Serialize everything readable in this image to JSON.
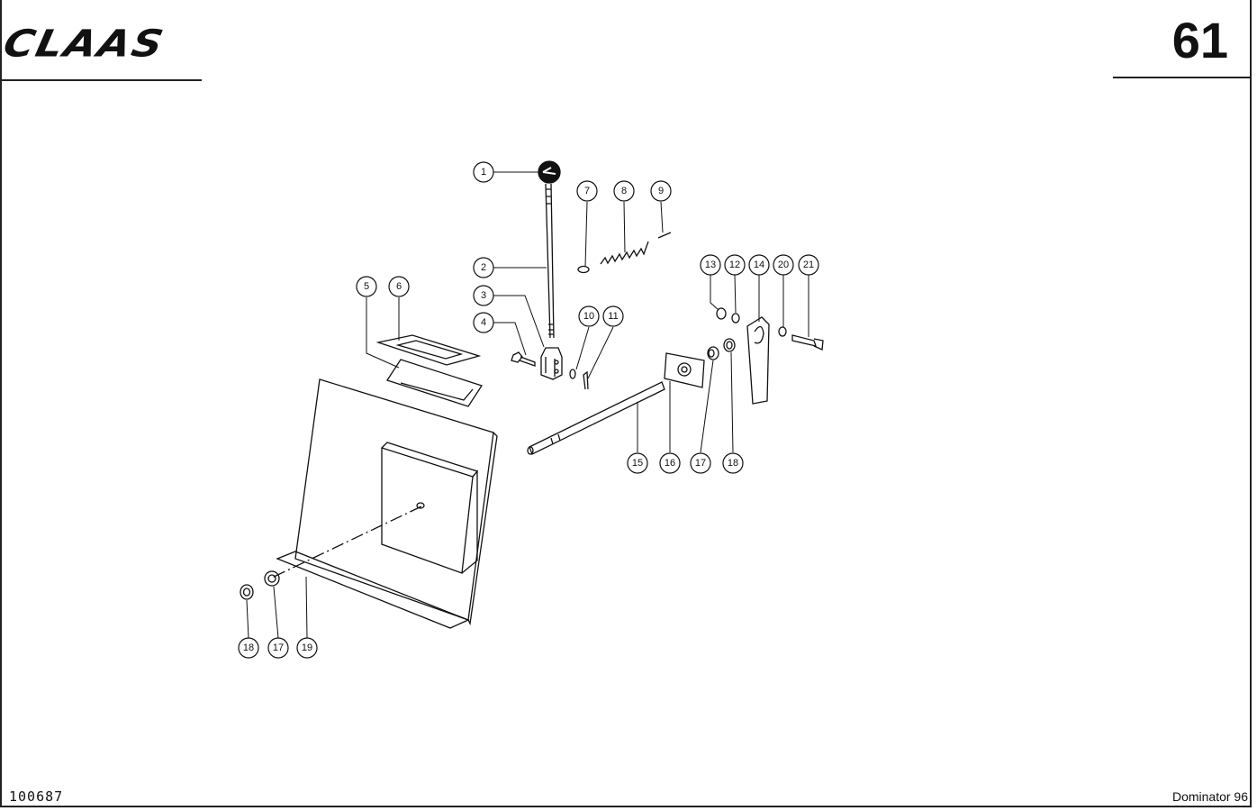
{
  "header": {
    "brand": "CLAAS",
    "page_number": "61"
  },
  "footer": {
    "doc_number": "100687",
    "model": "Dominator 96"
  },
  "callouts": [
    "1",
    "2",
    "3",
    "4",
    "5",
    "6",
    "7",
    "8",
    "9",
    "10",
    "11",
    "12",
    "13",
    "14",
    "15",
    "16",
    "17",
    "18",
    "19",
    "20",
    "21"
  ],
  "callouts_repeat": [
    "18",
    "17",
    "19"
  ]
}
